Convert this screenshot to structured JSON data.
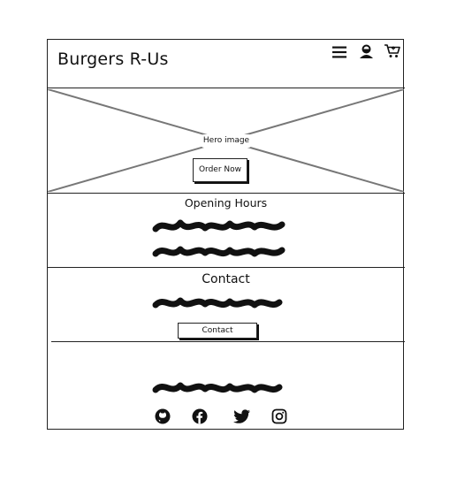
{
  "header": {
    "brand": "Burgers R-Us",
    "icons": [
      "menu-icon",
      "account-icon",
      "cart-icon"
    ]
  },
  "hero": {
    "label": "Hero image",
    "cta_label": "Order Now"
  },
  "hours": {
    "heading": "Opening Hours"
  },
  "contact": {
    "heading": "Contact",
    "button_label": "Contact"
  },
  "footer": {
    "social_icons": [
      "github-icon",
      "facebook-icon",
      "twitter-icon",
      "instagram-icon"
    ]
  }
}
